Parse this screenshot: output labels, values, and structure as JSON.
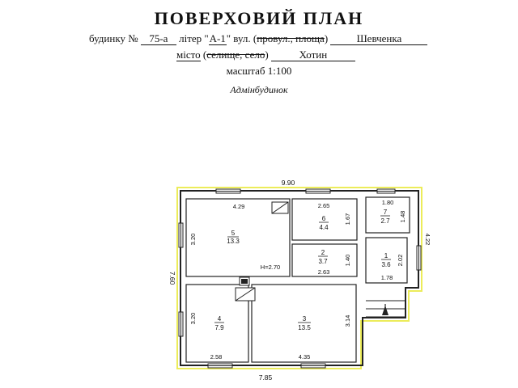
{
  "title": "ПОВЕРХОВИЙ ПЛАН",
  "address": {
    "building_label": "будинку №",
    "building_no": "75-а",
    "liter_label": "літер \"",
    "liter": "А-1",
    "liter_close": "\"",
    "street_label": "вул.",
    "street_paren_open": "(",
    "street_struck": "провул., площа",
    "street_paren_close": ")",
    "street": "Шевченка",
    "city_label": "місто",
    "city_paren_open": "(",
    "city_struck": "селище, село",
    "city_paren_close": ")",
    "city": "Хотин",
    "scale": "масштаб 1:100"
  },
  "building_type": "Адмінбудинок",
  "dimensions": {
    "total_width": "9.90",
    "bottom_width": "7.85",
    "total_height": "7.60",
    "right_height": "4.22",
    "ceiling_height": "Н=2.70"
  },
  "rooms": [
    {
      "no": "5",
      "area": "13.3",
      "width": "4.29",
      "height": "3.20"
    },
    {
      "no": "6",
      "area": "4.4",
      "width": "2.65",
      "height": "1.67"
    },
    {
      "no": "7",
      "area": "2.7",
      "width": "1.80",
      "height": "1.48"
    },
    {
      "no": "2",
      "area": "3.7",
      "width": "2.63",
      "height": "1.40"
    },
    {
      "no": "1",
      "area": "3.6",
      "width": "1.78",
      "height": "2.02"
    },
    {
      "no": "4",
      "area": "7.9",
      "width": "2.58",
      "height": "3.20"
    },
    {
      "no": "3",
      "area": "13.5",
      "width": "4.35",
      "height": "3.14"
    }
  ]
}
